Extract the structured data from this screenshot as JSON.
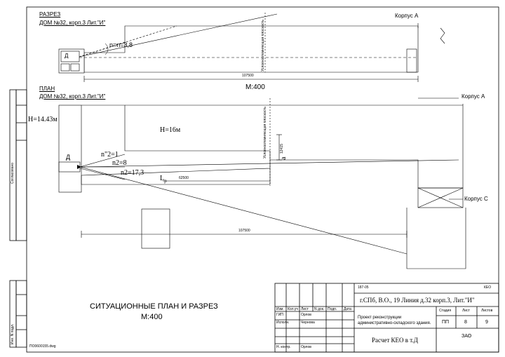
{
  "section": {
    "title": "РАЗРЕЗ",
    "subtitle": "ДОМ №32, корп.3 Лит.\"И\"",
    "window_label": "Д",
    "ratio_label": "n=n=3,8",
    "corpus_label": "Корпус А",
    "plane_label": "Условноотемняющая плоскость",
    "dimension": "107500",
    "scale": "М:400"
  },
  "plan": {
    "title": "ПЛАН",
    "subtitle": "ДОМ №32, корп.3 Лит.\"И\"",
    "height_left": "Н=14.43м",
    "height_mid": "Н=16м",
    "window_label": "Д",
    "n1": "n\"2=1",
    "n2": "n2=8",
    "n3": "n2=17,3",
    "l_label": "L",
    "l_sub": "p",
    "l_dim": "62500",
    "a_label": "a",
    "a_dim": "12415",
    "plane_label": "Условноотемняющая плоскость",
    "corpus_a": "Корпус А",
    "corpus_c": "Корпус С",
    "dimension": "107500"
  },
  "sheet": {
    "main_title": "СИТУАЦИОННЫЕ ПЛАН И РАЗРЕЗ",
    "main_scale": "М:400",
    "side_agreed": "Согласовано",
    "side_inv": "Инв. N подл.",
    "bottom_code": "ПО0600155.dwg"
  },
  "stamp": {
    "code": "187-05",
    "code_right": "КЕО",
    "address": "г.СПб, В.О., 19 Линия д.32 корп.3, Лит.\"И\"",
    "project": "Проект реконструкции административно-складского здания.",
    "stage_h": "Стадия",
    "sheet_h": "Лист",
    "sheets_h": "Листов",
    "stage": "ПП",
    "sheet_no": "8",
    "sheets_no": "9",
    "calc": "Расчет КЕО в т.Д",
    "org": "ЗАО",
    "headers": [
      "Изм.",
      "Кол.уч",
      "Лист",
      "N док.",
      "Подп.",
      "Дата"
    ],
    "roles": [
      {
        "role": "ГИП",
        "name": "Орлов"
      },
      {
        "role": "Исполн.",
        "name": "Чернова"
      },
      {
        "role": "Н. контр.",
        "name": "Орлов"
      }
    ]
  }
}
